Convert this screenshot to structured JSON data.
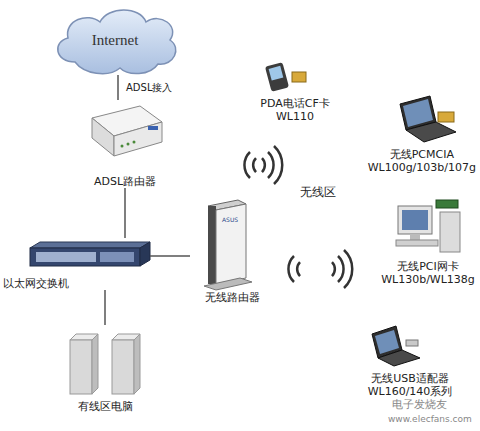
{
  "diagram": {
    "nodes": [
      {
        "text": [
          "Internet"
        ]
      },
      {
        "text": [
          "ADSL路由器"
        ]
      },
      {
        "text": [
          "以太网交换机"
        ]
      },
      {
        "text": [
          "无线路由器"
        ]
      },
      {
        "text": [
          "有线区电脑"
        ]
      },
      {
        "text": [
          "PDA电话CF卡",
          "WL110"
        ]
      },
      {
        "text": [
          "无线PCMCIA",
          "WL100g/103b/107g"
        ]
      },
      {
        "text": [
          "无线PCI网卡",
          "WL130b/WL138g"
        ]
      },
      {
        "text": [
          "无线USB适配器",
          "WL160/140系列"
        ]
      }
    ],
    "edges": [
      {
        "from": 0,
        "to": 1,
        "arrow": "none",
        "label": "ADSL接入"
      },
      {
        "from": 1,
        "to": 2,
        "arrow": "none"
      },
      {
        "from": 2,
        "to": 3,
        "arrow": "none"
      },
      {
        "from": 2,
        "to": 4,
        "arrow": "none"
      }
    ],
    "labels": [
      "无线区",
      "电子发烧友",
      "www.elecfans.com"
    ]
  }
}
